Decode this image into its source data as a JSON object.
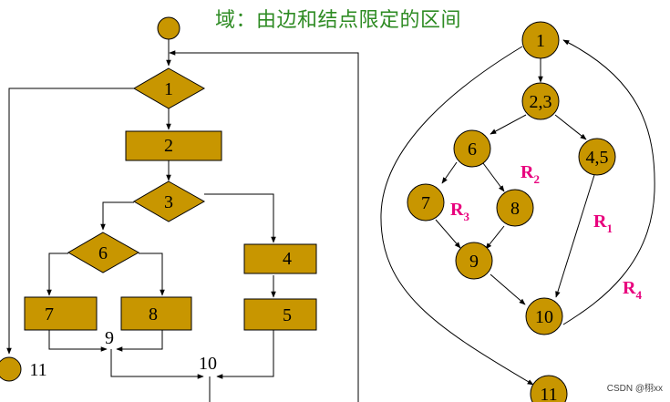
{
  "title": "域：由边和结点限定的区间",
  "watermark": "CSDN @栩xx",
  "colors": {
    "node_fill": "#C89600",
    "stroke": "#000000",
    "title": "#2E8B23",
    "region_label": "#E8007D"
  },
  "flowchart": {
    "decisions": [
      "1",
      "3",
      "6"
    ],
    "processes": [
      "2",
      "7",
      "8",
      "4",
      "5"
    ],
    "junctions": [
      "9",
      "10"
    ],
    "exit": "11"
  },
  "flow_graph": {
    "nodes": [
      "1",
      "2,3",
      "6",
      "4,5",
      "7",
      "8",
      "9",
      "10",
      "11"
    ],
    "regions": [
      "R",
      "1",
      "R",
      "2",
      "R",
      "3",
      "R",
      "4"
    ]
  }
}
